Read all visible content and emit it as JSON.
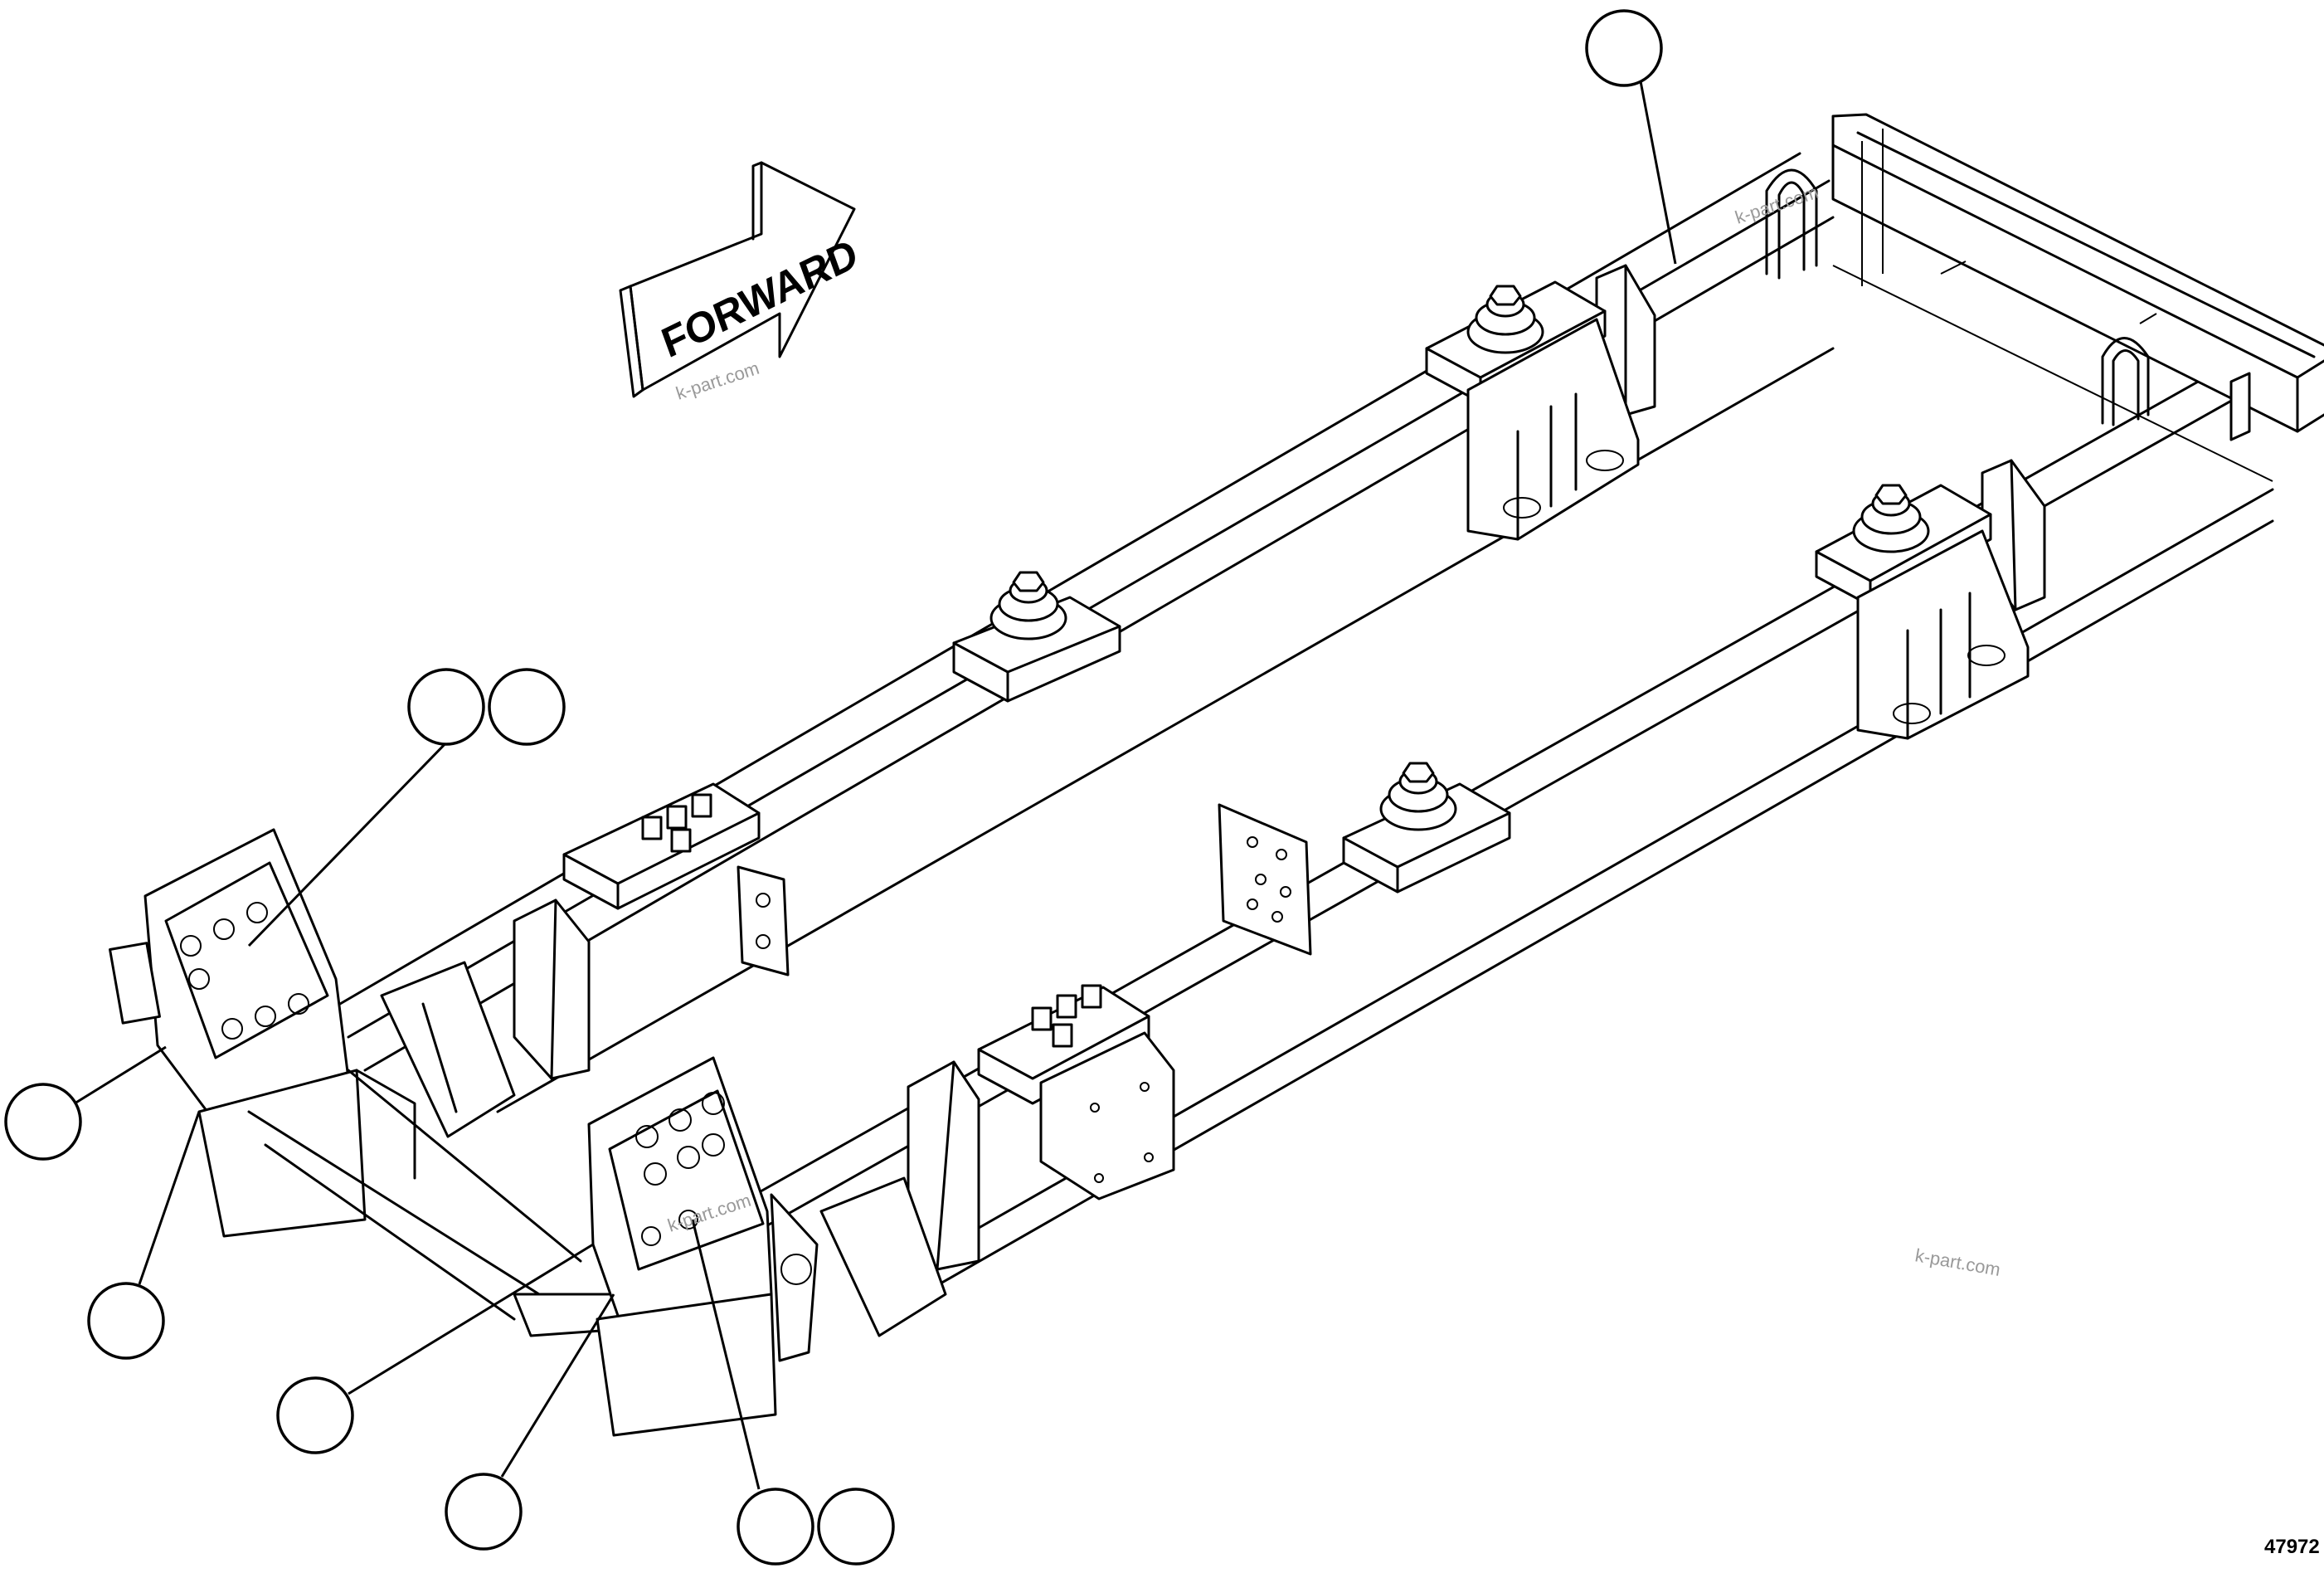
{
  "diagram": {
    "arrow_label": "FORWARD",
    "watermarks": [
      "k-part.com",
      "k-part.com",
      "k-part.com",
      "k-part.com"
    ],
    "figure_number": "47972",
    "callouts": [
      {
        "id": "callout-top-right",
        "text": ""
      },
      {
        "id": "callout-left-pair-a",
        "text": ""
      },
      {
        "id": "callout-left-pair-b",
        "text": ""
      },
      {
        "id": "callout-left",
        "text": ""
      },
      {
        "id": "callout-lower-left",
        "text": ""
      },
      {
        "id": "callout-bottom-left-mid",
        "text": ""
      },
      {
        "id": "callout-bottom-mid",
        "text": ""
      },
      {
        "id": "callout-bottom-pair-a",
        "text": ""
      },
      {
        "id": "callout-bottom-pair-b",
        "text": ""
      }
    ]
  }
}
